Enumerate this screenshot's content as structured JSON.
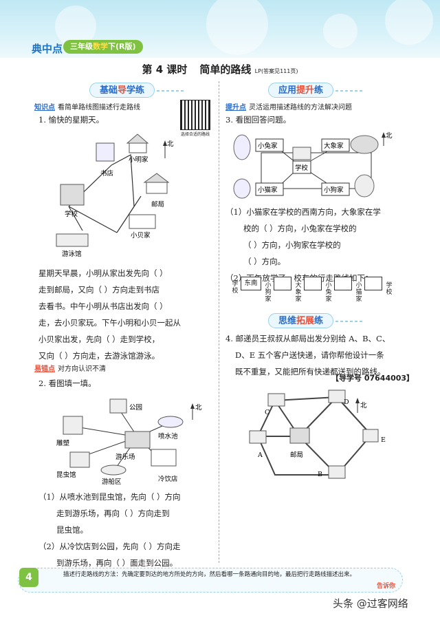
{
  "header": {
    "brand": "典中点",
    "badge_prefix": "三年级",
    "badge_subject": "数学",
    "badge_suffix": "下(R版)"
  },
  "lesson": {
    "number": "第 4 课时",
    "title": "简单的路线",
    "ref": "LP(答案见111页)"
  },
  "left": {
    "section": {
      "main": "基础",
      "accent": "导",
      "tail": "学练"
    },
    "knowledge": {
      "label": "知识点",
      "text": "看简单路线图描述行走路线"
    },
    "qr_caption": "选择合适的路线",
    "q1": {
      "title": "1. 愉快的星期天。",
      "map": {
        "north": "北",
        "places": [
          "书店",
          "小明家",
          "邮局",
          "学校",
          "小贝家",
          "游泳馆"
        ]
      },
      "lines": [
        "星期天早晨，小明从家出发先向（        ）",
        "走到邮局，又向（        ）方向走到书店",
        "去看书。中午小明从书店出发向（        ）",
        "走，去小贝家玩。下午小明和小贝一起从",
        "小贝家出发，先向（        ）走到学校，",
        "又向（        ）方向走，去游泳馆游泳。"
      ]
    },
    "mistake": {
      "label": "易错点",
      "text": "对方向认识不清"
    },
    "q2": {
      "title": "2. 看图填一填。",
      "map": {
        "north": "北",
        "places": [
          "公园",
          "喷水池",
          "雕塑",
          "游乐场",
          "昆虫馆",
          "游船区",
          "冷饮店"
        ]
      },
      "lines": [
        "（1）从喷水池到昆虫馆，先向（        ）方向",
        "走到游乐场，再向（        ）方向走到",
        "昆虫馆。",
        "（2）从冷饮店到公园，先向（        ）方向走",
        "到游乐场，再向（        ）面走到公园。"
      ]
    }
  },
  "right": {
    "section1": {
      "main": "应用",
      "accent": "提升",
      "tail": "练"
    },
    "improve": {
      "label": "提升点",
      "text": "灵活运用描述路线的方法解决问题"
    },
    "q3": {
      "title": "3. 看图回答问题。",
      "map": {
        "north": "北",
        "places": [
          "小兔家",
          "大象家",
          "学校",
          "小猫家",
          "小狗家"
        ]
      },
      "lines": [
        "（1）小猫家在学校的西南方向，大象家在学",
        "校的（        ）方向，小兔家在学校的",
        "（        ）方向，小狗家在学校的",
        "（        ）方向。",
        "（2）下午放学了，校车的行走路线如下："
      ],
      "route": {
        "start": "学校",
        "first_box": "东南",
        "stops": [
          "小狗家",
          "大象家",
          "小兔家",
          "小猫家"
        ],
        "end": "学校"
      }
    },
    "section2": {
      "main": "思维",
      "accent": "拓展",
      "tail": "练"
    },
    "q4": {
      "lines": [
        "4. 邮递员王叔叔从邮局出发分别给 A、B、C、",
        "D、E 五个客户送快递，请你帮他设计一条",
        "既不重复，又能把所有快递都送到的路线。"
      ],
      "guide": "【导学号 07644003】",
      "map": {
        "north": "北",
        "points": [
          "C",
          "D",
          "E",
          "A",
          "B"
        ],
        "center": "邮局"
      }
    }
  },
  "footer": {
    "page": "4",
    "tip": "描述行走路线的方法：先确定要到达的地方所处的方向，然后看哪一条路通向目的地，最后把行走路线描述出来。",
    "tell": "告诉你"
  },
  "watermark": "头条 @过客网络"
}
